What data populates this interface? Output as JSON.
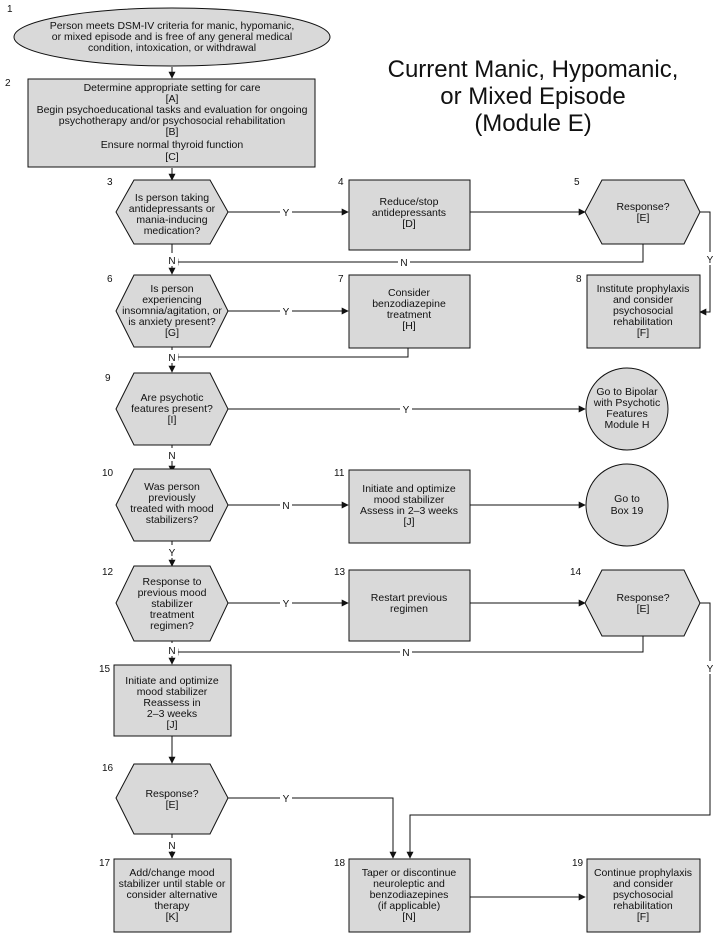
{
  "title": [
    "Current Manic, Hypomanic,",
    "or Mixed Episode",
    "(Module E)"
  ],
  "nodes": {
    "n1": {
      "num": "1",
      "lines": [
        "Person meets DSM-IV criteria for manic, hypomanic,",
        "or  mixed episode and is free of any general medical",
        "condition, intoxication, or withdrawal"
      ]
    },
    "n2": {
      "num": "2",
      "lines": [
        "Determine appropriate setting for care",
        "[A]",
        "Begin psychoeducational tasks and evaluation for ongoing",
        "psychotherapy and/or psychosocial rehabilitation",
        "[B]",
        "Ensure normal thyroid function",
        "[C]"
      ]
    },
    "n3": {
      "num": "3",
      "lines": [
        "Is person taking",
        "antidepressants or",
        "mania-inducing",
        "medication?"
      ]
    },
    "n4": {
      "num": "4",
      "lines": [
        "Reduce/stop",
        "antidepressants",
        "[D]"
      ]
    },
    "n5": {
      "num": "5",
      "lines": [
        "Response?",
        "[E]"
      ]
    },
    "n6": {
      "num": "6",
      "lines": [
        "Is person",
        "experiencing",
        "insomnia/agitation, or",
        "is anxiety present?",
        "[G]"
      ]
    },
    "n7": {
      "num": "7",
      "lines": [
        "Consider",
        "benzodiazepine",
        "treatment",
        "[H]"
      ]
    },
    "n8": {
      "num": "8",
      "lines": [
        "Institute prophylaxis",
        "and consider",
        "psychosocial",
        "rehabilitation",
        "[F]"
      ]
    },
    "n9": {
      "num": "9",
      "lines": [
        "Are psychotic",
        "features present?",
        "[I]"
      ]
    },
    "n9b": {
      "num": "",
      "lines": [
        "Go to Bipolar",
        "with Psychotic",
        "Features",
        "Module H"
      ]
    },
    "n10": {
      "num": "10",
      "lines": [
        "Was person",
        "previously",
        "treated with mood",
        "stabilizers?"
      ]
    },
    "n11": {
      "num": "11",
      "lines": [
        "Initiate and optimize",
        "mood stabilizer",
        "Assess in 2–3 weeks",
        "[J]"
      ]
    },
    "n11b": {
      "num": "",
      "lines": [
        "Go to",
        "Box 19"
      ]
    },
    "n12": {
      "num": "12",
      "lines": [
        "Response to",
        "previous mood",
        "stabilizer",
        "treatment",
        "regimen?"
      ]
    },
    "n13": {
      "num": "13",
      "lines": [
        "Restart previous",
        "regimen"
      ]
    },
    "n14": {
      "num": "14",
      "lines": [
        "Response?",
        "[E]"
      ]
    },
    "n15": {
      "num": "15",
      "lines": [
        "Initiate and optimize",
        "mood stabilizer",
        "Reassess in",
        "2–3 weeks",
        "[J]"
      ]
    },
    "n16": {
      "num": "16",
      "lines": [
        "Response?",
        "[E]"
      ]
    },
    "n17": {
      "num": "17",
      "lines": [
        "Add/change mood",
        "stabilizer until stable or",
        "consider alternative",
        "therapy",
        "[K]"
      ]
    },
    "n18": {
      "num": "18",
      "lines": [
        "Taper or discontinue",
        "neuroleptic and",
        "benzodiazepines",
        "(if applicable)",
        "[N]"
      ]
    },
    "n19": {
      "num": "19",
      "lines": [
        "Continue prophylaxis",
        "and consider",
        "psychosocial",
        "rehabilitation",
        "[F]"
      ]
    }
  },
  "edge_labels": {
    "yes": "Y",
    "no": "N"
  }
}
